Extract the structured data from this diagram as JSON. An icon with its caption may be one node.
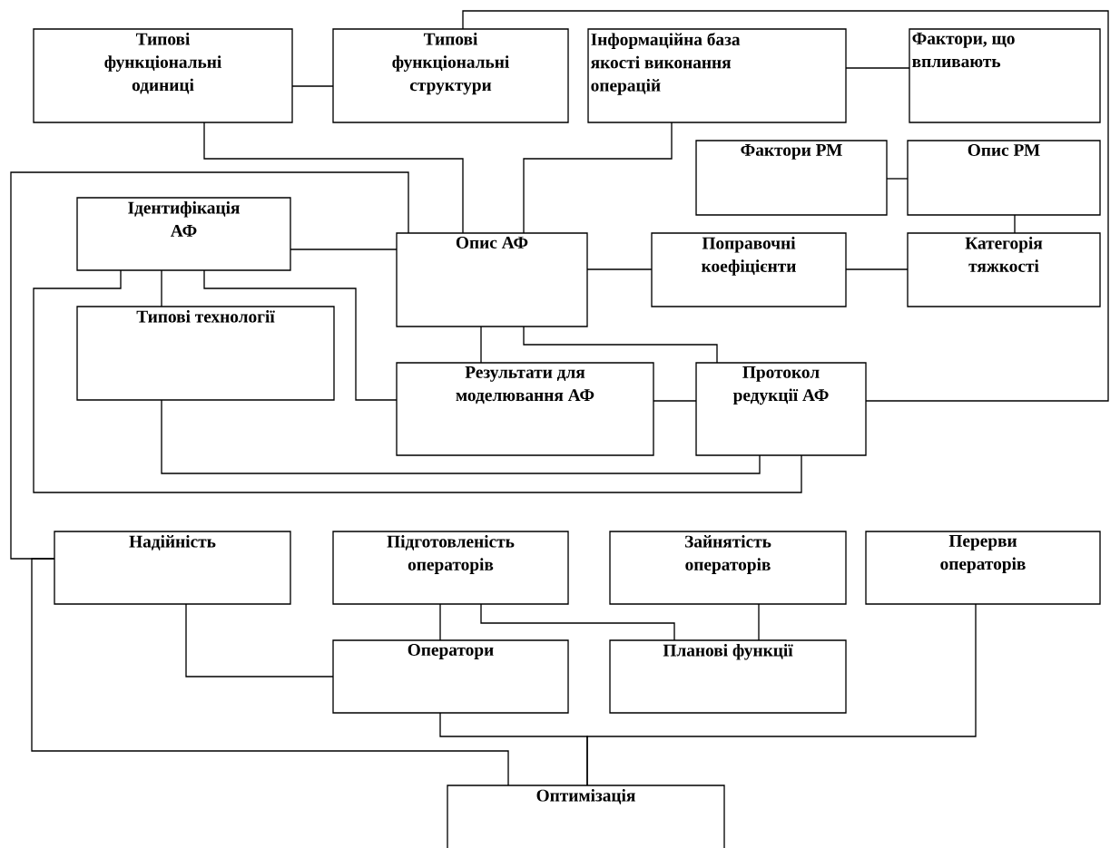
{
  "diagram": {
    "nodes": [
      {
        "text": [
          "Типові функціональні одиниці"
        ]
      },
      {
        "text": [
          "Типові функціональні структури"
        ]
      },
      {
        "text": [
          "Інформаційна база якості виконання операцій"
        ]
      },
      {
        "text": [
          "Фактори, що впливають"
        ]
      },
      {
        "text": [
          "Фактори РМ"
        ]
      },
      {
        "text": [
          "Опис РМ"
        ]
      },
      {
        "text": [
          "Ідентифікація АФ"
        ]
      },
      {
        "text": [
          "Опис АФ"
        ]
      },
      {
        "text": [
          "Поправочні коефіцієнти"
        ]
      },
      {
        "text": [
          "Категорія тяжкості"
        ]
      },
      {
        "text": [
          "Типові технології"
        ]
      },
      {
        "text": [
          "Результати для моделювання АФ"
        ]
      },
      {
        "text": [
          "Протокол редукції АФ"
        ]
      },
      {
        "text": [
          "Надійність"
        ]
      },
      {
        "text": [
          "Підготовленість операторів"
        ]
      },
      {
        "text": [
          "Зайнятість операторів"
        ]
      },
      {
        "text": [
          "Перерви операторів"
        ]
      },
      {
        "text": [
          "Оператори"
        ]
      },
      {
        "text": [
          "Планові функції"
        ]
      },
      {
        "text": [
          "Оптимізація"
        ]
      }
    ],
    "edges": [
      {
        "from": 0,
        "to": 1,
        "arrow": "none"
      },
      {
        "from": 2,
        "to": 3,
        "arrow": "none"
      },
      {
        "from": 1,
        "to": 12,
        "arrow": "none"
      },
      {
        "from": 0,
        "to": 7,
        "arrow": "none"
      },
      {
        "from": 2,
        "to": 7,
        "arrow": "none"
      },
      {
        "from": 4,
        "to": 5,
        "arrow": "none"
      },
      {
        "from": 5,
        "to": 9,
        "arrow": "none"
      },
      {
        "from": 6,
        "to": 7,
        "arrow": "none"
      },
      {
        "from": 7,
        "to": 8,
        "arrow": "none"
      },
      {
        "from": 8,
        "to": 9,
        "arrow": "none"
      },
      {
        "from": 7,
        "to": 13,
        "arrow": "none"
      },
      {
        "from": 6,
        "to": 12,
        "arrow": "none"
      },
      {
        "from": 6,
        "to": 10,
        "arrow": "none"
      },
      {
        "from": 6,
        "to": 11,
        "arrow": "none"
      },
      {
        "from": 10,
        "to": 12,
        "arrow": "none"
      },
      {
        "from": 7,
        "to": 11,
        "arrow": "none"
      },
      {
        "from": 7,
        "to": 12,
        "arrow": "none"
      },
      {
        "from": 11,
        "to": 12,
        "arrow": "none"
      },
      {
        "from": 13,
        "to": 17,
        "arrow": "none"
      },
      {
        "from": 14,
        "to": 17,
        "arrow": "none"
      },
      {
        "from": 14,
        "to": 18,
        "arrow": "none"
      },
      {
        "from": 15,
        "to": 18,
        "arrow": "none"
      },
      {
        "from": 17,
        "to": 19,
        "arrow": "none"
      },
      {
        "from": 16,
        "to": 19,
        "arrow": "none"
      },
      {
        "from": 13,
        "to": 19,
        "arrow": "none"
      }
    ]
  }
}
